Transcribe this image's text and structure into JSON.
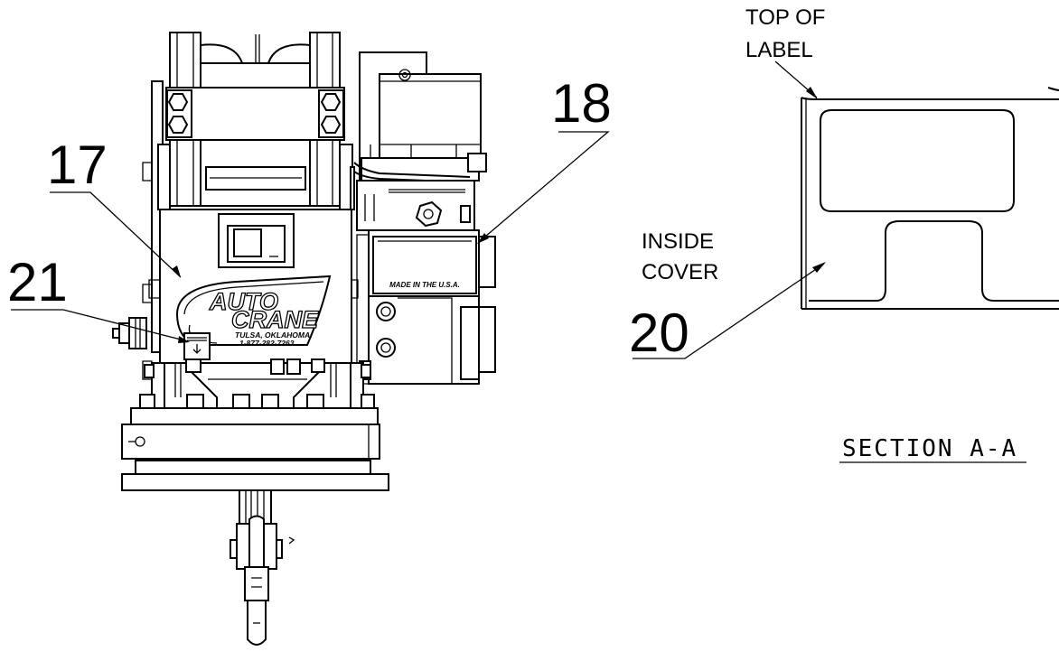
{
  "callouts": {
    "c17": "17",
    "c18": "18",
    "c20": "20",
    "c21": "21"
  },
  "notes": {
    "top_of_label_line1": "TOP OF",
    "top_of_label_line2": "LABEL",
    "inside_line1": "INSIDE",
    "inside_line2": "COVER"
  },
  "section_title": "SECTION A-A",
  "decal": {
    "brand_line1": "AUTO",
    "brand_line2": "CRANE",
    "city": "TULSA, OKLAHOMA",
    "phone": "1-877-282-7263"
  },
  "made_in_label": "MADE IN THE U.S.A."
}
